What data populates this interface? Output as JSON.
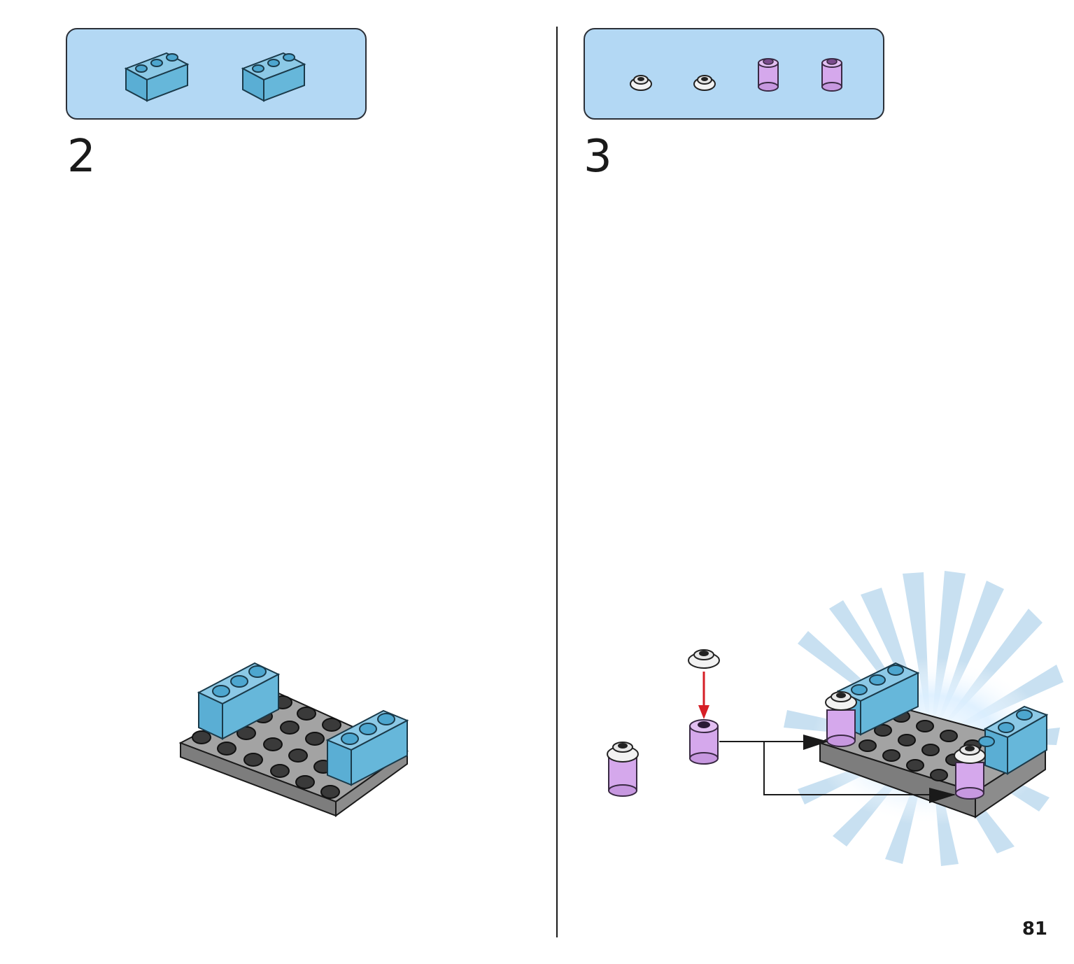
{
  "steps": [
    {
      "number": "2",
      "parts": [
        "brick-1x3-medium-azure",
        "brick-1x3-medium-azure"
      ]
    },
    {
      "number": "3",
      "parts": [
        "round-plate-1x1-white",
        "round-plate-1x1-white",
        "round-brick-1x1-lavender",
        "round-brick-1x1-lavender"
      ]
    }
  ],
  "page_number": "81",
  "colors": {
    "parts_box": "#b3d8f4",
    "azure_brick": "#66b7da",
    "gray_plate": "#8c8c8c",
    "lavender": "#d5a8ec",
    "arrow_red": "#d61f26"
  }
}
